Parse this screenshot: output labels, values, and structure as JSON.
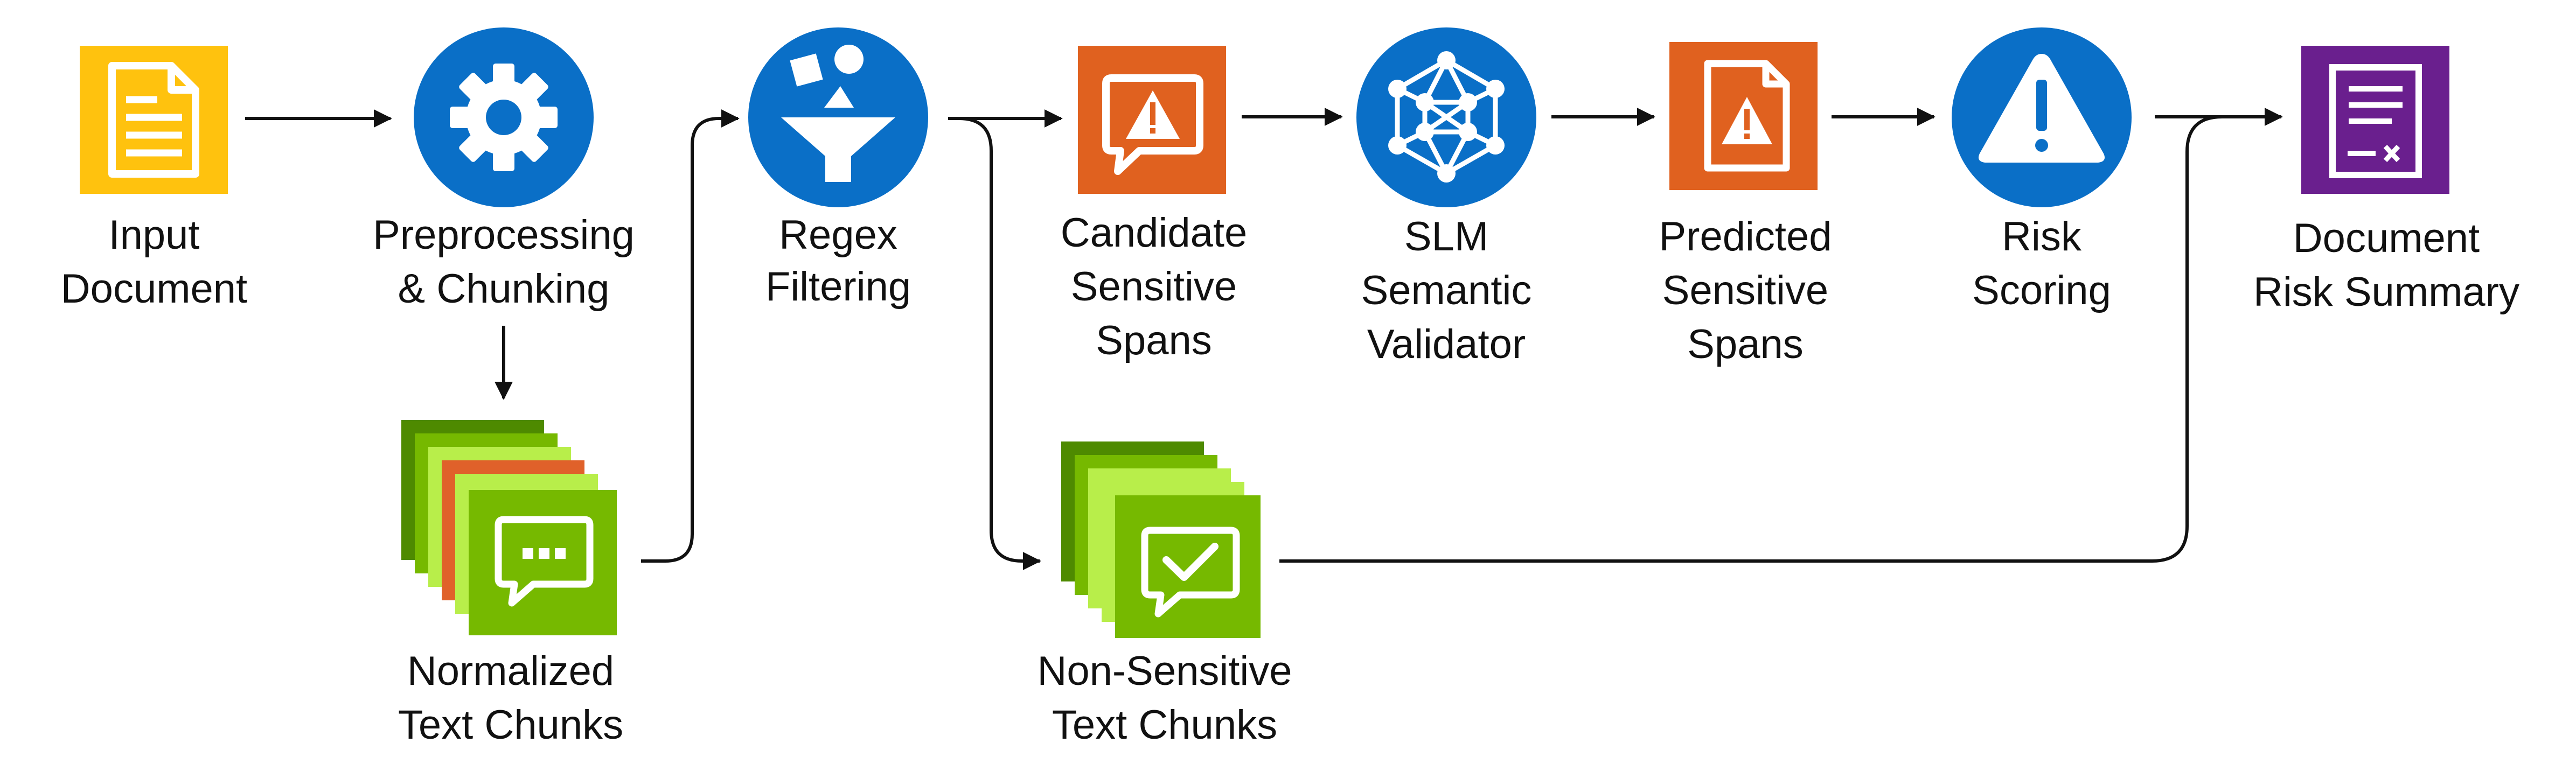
{
  "colors": {
    "yellow": "#FFC20E",
    "blue": "#0A6FC7",
    "orange": "#E0611F",
    "purple": "#6A1F8E",
    "green": "#76B900",
    "light_green": "#B8EE4A",
    "dark_green": "#4E8A00",
    "red_orange": "#E0612A",
    "arrow": "#111111"
  },
  "nodes": {
    "input_document": {
      "icon": "document-icon",
      "line1": "Input",
      "line2": "Document"
    },
    "preprocessing": {
      "icon": "gear-icon",
      "line1": "Preprocessing",
      "line2": "& Chunking"
    },
    "regex_filtering": {
      "icon": "funnel-icon",
      "line1": "Regex",
      "line2": "Filtering"
    },
    "candidate_spans": {
      "icon": "warning-chat-icon",
      "line1": "Candidate",
      "line2": "Sensitive",
      "line3": "Spans"
    },
    "slm_validator": {
      "icon": "neural-network-icon",
      "line1": "SLM",
      "line2": "Semantic",
      "line3": "Validator"
    },
    "predicted_spans": {
      "icon": "warning-document-icon",
      "line1": "Predicted",
      "line2": "Sensitive",
      "line3": "Spans"
    },
    "risk_scoring": {
      "icon": "warning-triangle-icon",
      "line1": "Risk",
      "line2": "Scoring"
    },
    "risk_summary": {
      "icon": "report-icon",
      "line1": "Document",
      "line2": "Risk Summary"
    },
    "normalized_chunks": {
      "icon": "chat-stack-icon",
      "line1": "Normalized",
      "line2": "Text Chunks"
    },
    "nonsensitive_chunks": {
      "icon": "check-chat-stack-icon",
      "line1": "Non-Sensitive",
      "line2": "Text Chunks"
    }
  }
}
